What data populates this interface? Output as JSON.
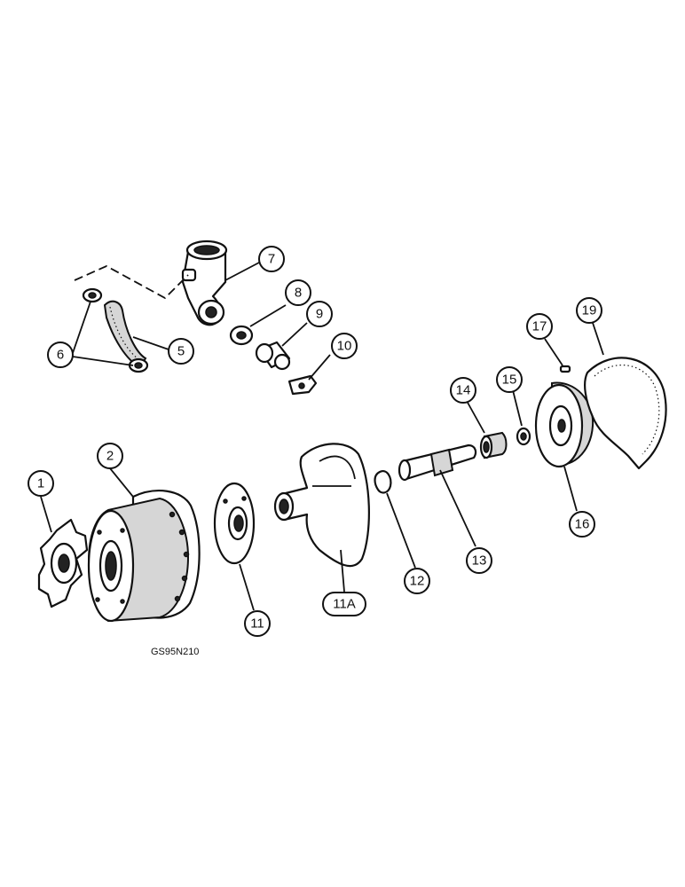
{
  "figure_code": "GS95N210",
  "callouts": [
    {
      "id": "c1",
      "label": "1"
    },
    {
      "id": "c2",
      "label": "2"
    },
    {
      "id": "c5",
      "label": "5"
    },
    {
      "id": "c6",
      "label": "6"
    },
    {
      "id": "c7",
      "label": "7"
    },
    {
      "id": "c8",
      "label": "8"
    },
    {
      "id": "c9",
      "label": "9"
    },
    {
      "id": "c10",
      "label": "10"
    },
    {
      "id": "c11",
      "label": "11"
    },
    {
      "id": "c11a",
      "label": "11A"
    },
    {
      "id": "c12",
      "label": "12"
    },
    {
      "id": "c13",
      "label": "13"
    },
    {
      "id": "c14",
      "label": "14"
    },
    {
      "id": "c15",
      "label": "15"
    },
    {
      "id": "c16",
      "label": "16"
    },
    {
      "id": "c17",
      "label": "17"
    },
    {
      "id": "c19",
      "label": "19"
    }
  ]
}
